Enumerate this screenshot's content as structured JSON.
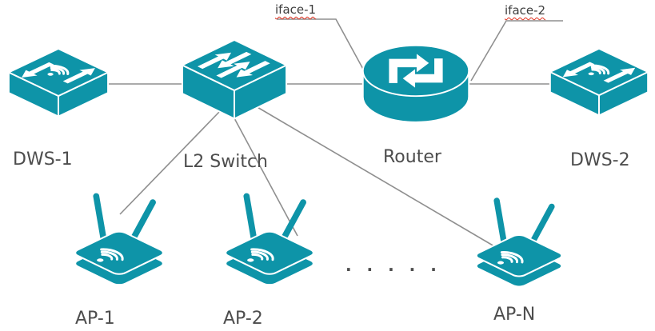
{
  "nodes": {
    "dws1": {
      "label": "DWS-1",
      "type": "wireless-switch"
    },
    "l2switch": {
      "label": "L2 Switch",
      "type": "layer2-switch"
    },
    "router": {
      "label": "Router",
      "type": "router"
    },
    "dws2": {
      "label": "DWS-2",
      "type": "wireless-switch"
    },
    "ap1": {
      "label": "AP-1",
      "type": "access-point"
    },
    "ap2": {
      "label": "AP-2",
      "type": "access-point"
    },
    "apn": {
      "label": "AP-N",
      "type": "access-point"
    }
  },
  "interfaces": {
    "iface1": {
      "label": "iface-1",
      "points_to": "Router link toward L2 Switch"
    },
    "iface2": {
      "label": "iface-2",
      "points_to": "Router link toward DWS-2"
    }
  },
  "ellipsis": ". . . . .",
  "connections": [
    {
      "from": "DWS-1",
      "to": "L2 Switch"
    },
    {
      "from": "L2 Switch",
      "to": "Router"
    },
    {
      "from": "Router",
      "to": "DWS-2"
    },
    {
      "from": "L2 Switch",
      "to": "AP-1"
    },
    {
      "from": "L2 Switch",
      "to": "AP-2"
    },
    {
      "from": "L2 Switch",
      "to": "AP-N"
    }
  ],
  "colors": {
    "device": "#0e94a8",
    "connector": "#8f8f8f",
    "label_text": "#4d4d4d",
    "spellcheck_underline": "#e0301e",
    "background": "#ffffff"
  }
}
